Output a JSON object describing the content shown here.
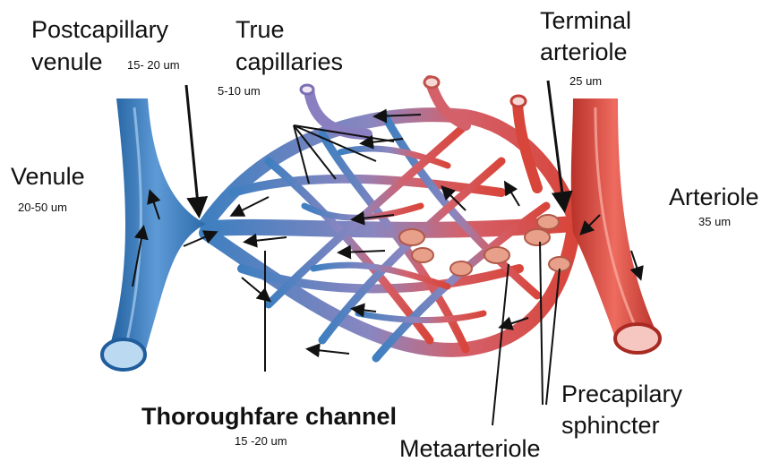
{
  "labels": {
    "postcapillary_line1": "Postcapillary",
    "postcapillary_line2": "venule",
    "postcapillary_size": "15- 20 um",
    "true_cap_line1": "True",
    "true_cap_line2": "capillaries",
    "true_cap_size": "5-10 um",
    "terminal_line1": "Terminal",
    "terminal_line2": "arteriole",
    "terminal_size": "25 um",
    "venule": "Venule",
    "venule_size": "20-50 um",
    "arteriole": "Arteriole",
    "arteriole_size": "35 um",
    "thoroughfare": "Thoroughfare channel",
    "thoroughfare_size": "15 -20 um",
    "precap_line1": "Precapilary",
    "precap_line2": "sphincter",
    "metarteriole": "Metaarteriole"
  },
  "colors": {
    "venous": "#3f7fc0",
    "venous_dark": "#1f5d9c",
    "arterial": "#d8453a",
    "arterial_dark": "#a82a22",
    "sphincter": "#e8a08a"
  }
}
